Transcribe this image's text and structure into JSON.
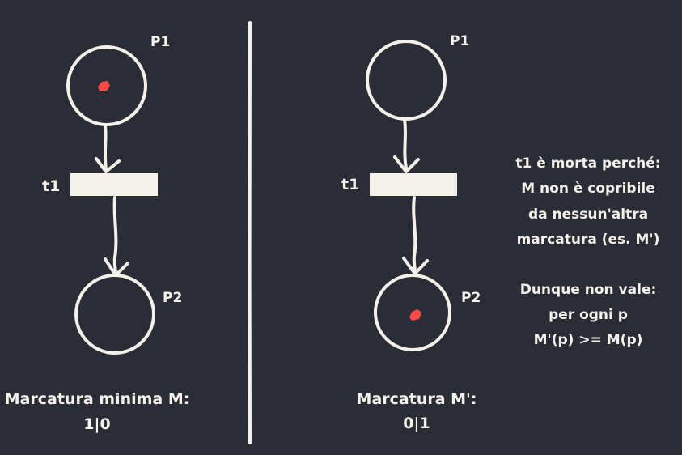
{
  "left_net": {
    "place_top_label": "P1",
    "place_bottom_label": "P2",
    "transition_label": "t1",
    "caption_line1": "Marcatura minima M:",
    "caption_line2": "1|0"
  },
  "right_net": {
    "place_top_label": "P1",
    "place_bottom_label": "P2",
    "transition_label": "t1",
    "caption_line1": "Marcatura M':",
    "caption_line2": "0|1"
  },
  "explanation": {
    "line1": "t1 è morta perché:",
    "line2": "M non è copribile",
    "line3": "da nessun'altra",
    "line4": "marcatura (es. M')",
    "line5": "Dunque non vale:",
    "line6": "per ogni p",
    "line7": "M'(p) >= M(p)"
  },
  "colors": {
    "background": "#2b2d36",
    "ink": "#f4f0ea",
    "token": "#ff4a4a"
  }
}
